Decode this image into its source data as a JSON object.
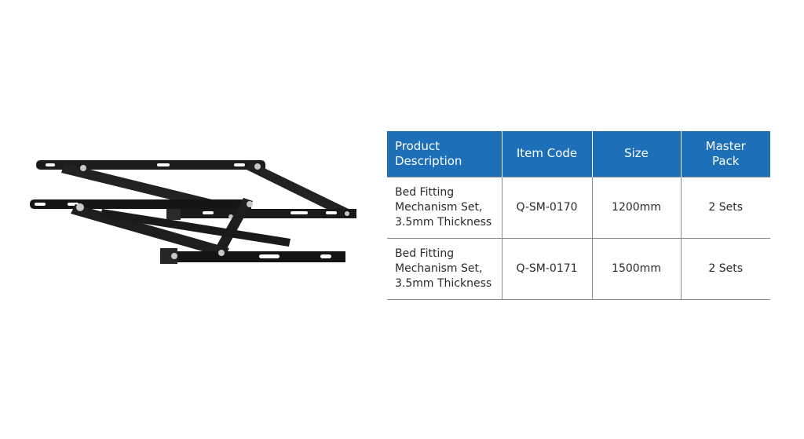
{
  "table": {
    "headers": [
      "Product\nDescription",
      "Item Code",
      "Size",
      "Master\nPack"
    ],
    "rows": [
      {
        "description": "Bed Fitting\nMechanism Set,\n3.5mm Thickness",
        "item_code": "Q-SM-0170",
        "size": "1200mm",
        "master_pack": "2 Sets"
      },
      {
        "description": "Bed Fitting\nMechanism Set,\n3.5mm Thickness",
        "item_code": "Q-SM-0171",
        "size": "1500mm",
        "master_pack": "2 Sets"
      }
    ]
  },
  "colors": {
    "header_bg": "#1d6fb8",
    "header_text": "#ffffff",
    "metal": "#1a1a1a"
  }
}
